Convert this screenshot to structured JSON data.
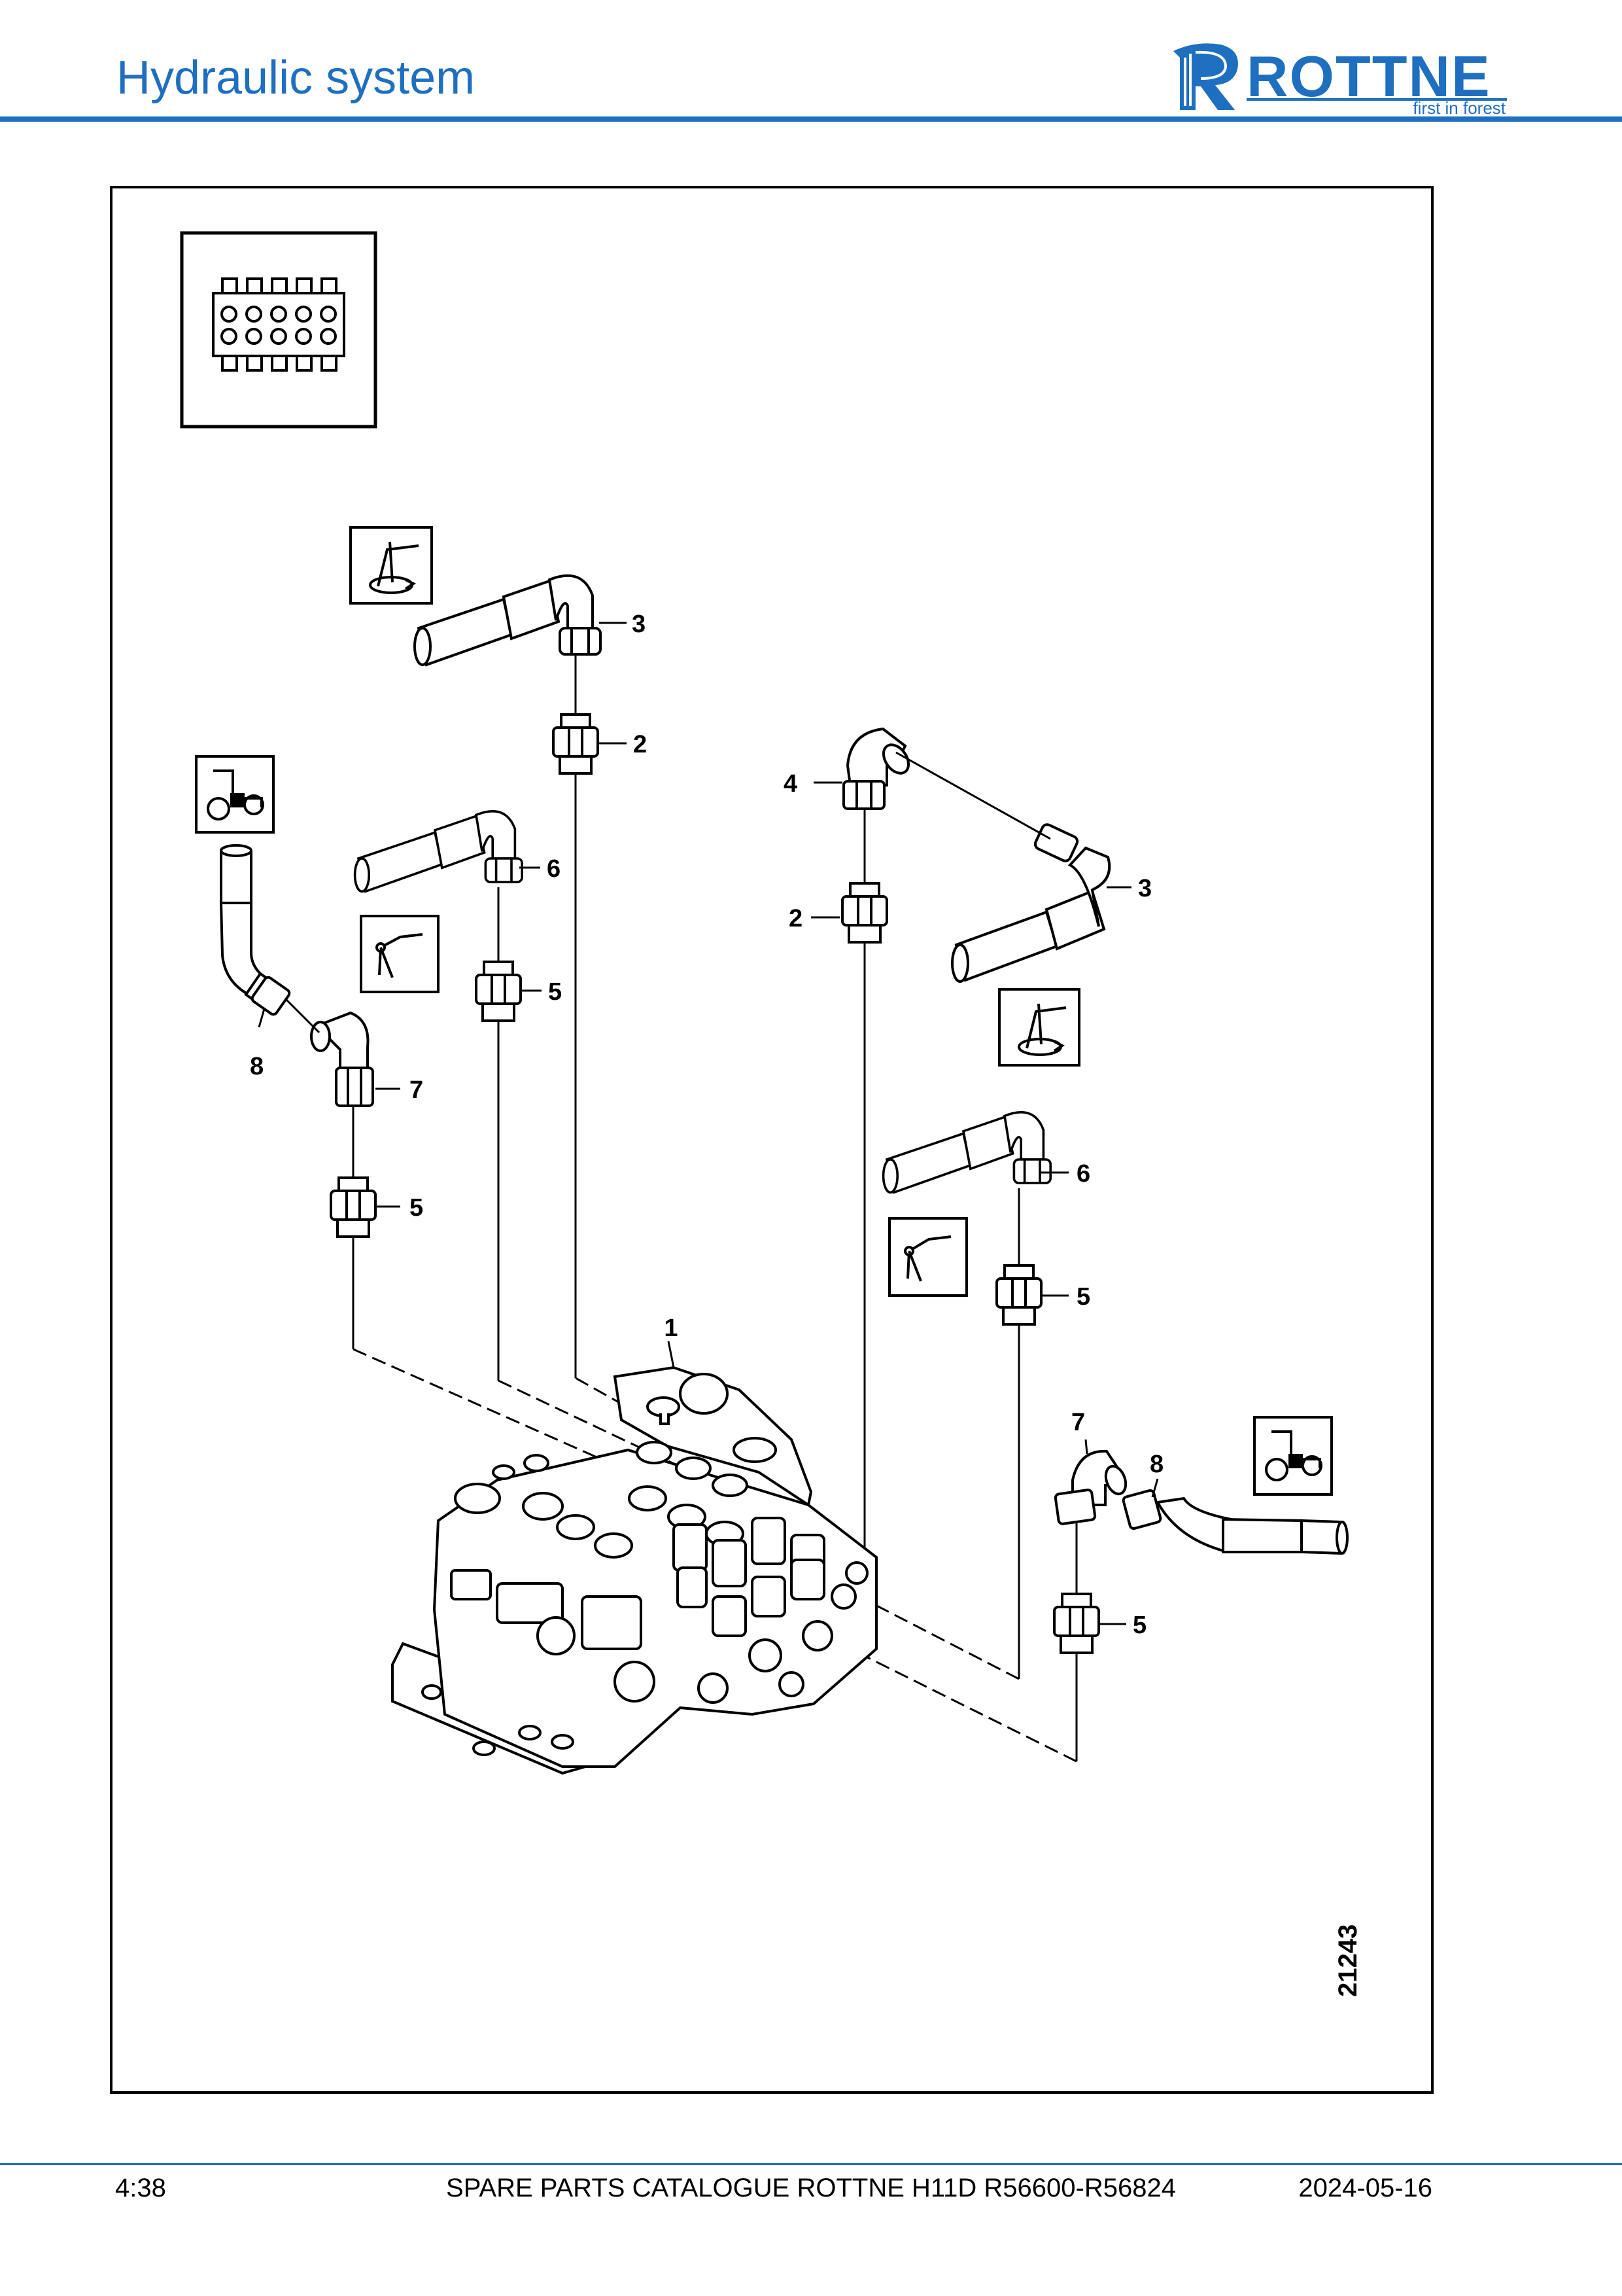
{
  "header": {
    "title": "Hydraulic system"
  },
  "logo": {
    "word": "ROTTNE",
    "tagline": "first in forest",
    "color": "#1f6fc0"
  },
  "drawing": {
    "drawing_number": "21243",
    "callouts": {
      "c1": "1",
      "c2a": "2",
      "c2b": "2",
      "c3a": "3",
      "c3b": "3",
      "c4": "4",
      "c5a": "5",
      "c5b": "5",
      "c5c": "5",
      "c5d": "5",
      "c6a": "6",
      "c6b": "6",
      "c7a": "7",
      "c7b": "7",
      "c8a": "8",
      "c8b": "8"
    },
    "icons": [
      "valve-section-icon",
      "slewing-icon",
      "crane-boom-icon",
      "tractor-icon"
    ]
  },
  "footer": {
    "page": "4:38",
    "catalogue": "SPARE PARTS CATALOGUE ROTTNE H11D R56600-R56824",
    "date": "2024-05-16"
  },
  "colors": {
    "accent": "#1f6fc0"
  }
}
